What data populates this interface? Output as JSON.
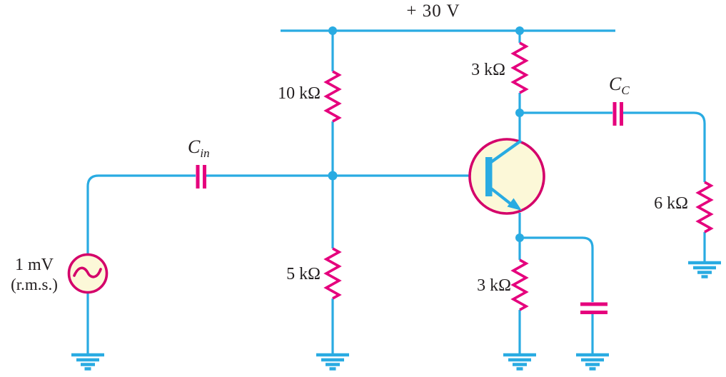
{
  "diagram": {
    "description": "Single-stage common-emitter NPN transistor amplifier with voltage-divider bias, input/coupling capacitors, emitter bypass capacitor and AC signal source",
    "supply_label": "+ 30 V",
    "labels": {
      "r1": "10 kΩ",
      "r2": "5 kΩ",
      "rc": "3 kΩ",
      "re": "3 kΩ",
      "rl": "6 kΩ",
      "source_line1": "1 mV",
      "source_line2": "(r.m.s.)",
      "cin_symbol": "C",
      "cin_subscript": "in",
      "cc_symbol": "C",
      "cc_subscript": "C"
    },
    "colors": {
      "wire": "#29ABE2",
      "component": "#E5007D",
      "device_outline": "#D4006A",
      "device_fill": "#FCF8D8",
      "text": "#231F20"
    }
  }
}
